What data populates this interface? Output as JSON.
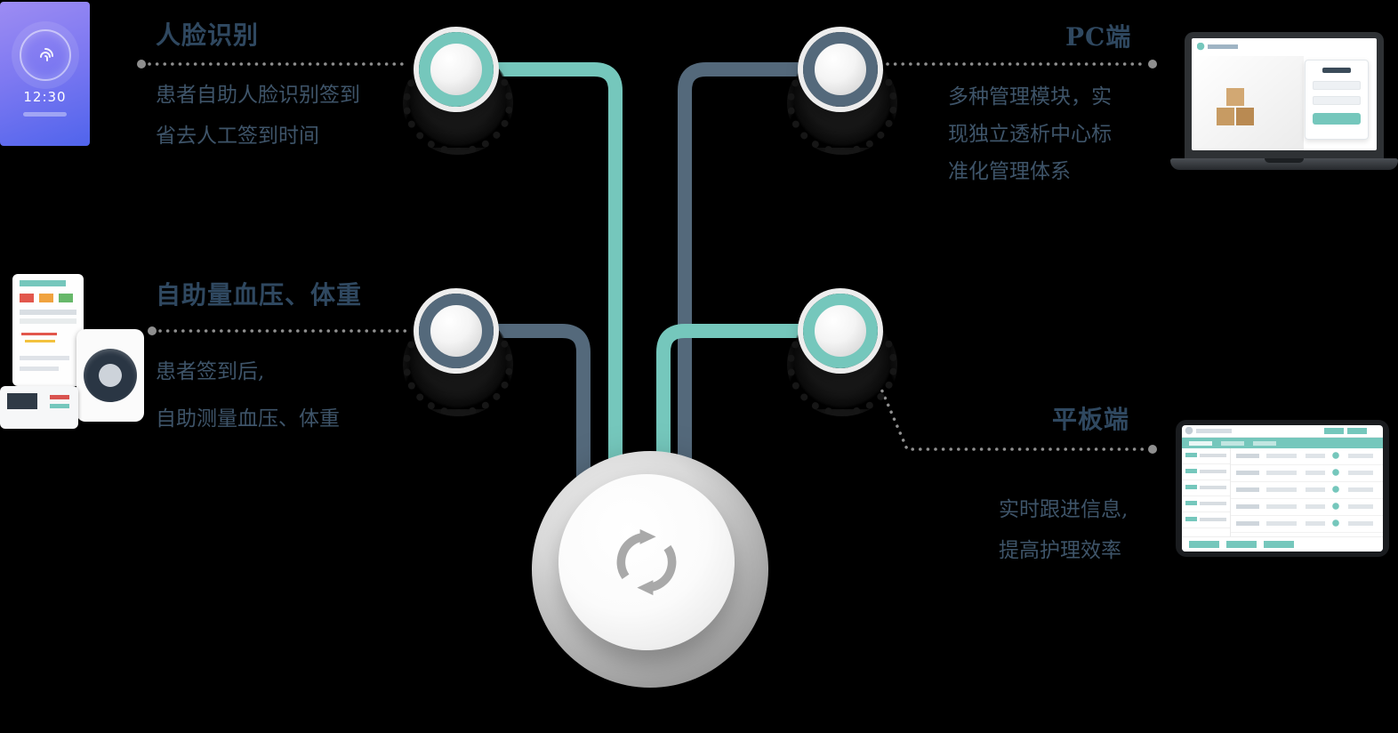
{
  "colors": {
    "bg": "#000000",
    "teal": "#75c7bc",
    "slate": "#54697b",
    "title": "#2f4860",
    "body": "#3e5469",
    "dotted": "#8f8f8f",
    "icon": "#a9a9a9"
  },
  "sections": {
    "face": {
      "title": "人脸识别",
      "lines": [
        "患者自助人脸识别签到",
        "省去人工签到时间"
      ]
    },
    "bp": {
      "title": "自助量血压、体重",
      "lines": [
        "患者签到后,",
        "自助测量血压、体重"
      ]
    },
    "pc": {
      "title": "PC端",
      "lines": [
        "多种管理模块，实",
        "现独立透析中心标",
        "准化管理体系"
      ]
    },
    "tablet": {
      "title": "平板端",
      "lines": [
        "实时跟进信息,",
        "提高护理效率"
      ]
    }
  },
  "face_device": {
    "time": "12:30"
  },
  "icons": {
    "hub": "sync-refresh-icon",
    "face_screen": "fingerprint-icon"
  }
}
